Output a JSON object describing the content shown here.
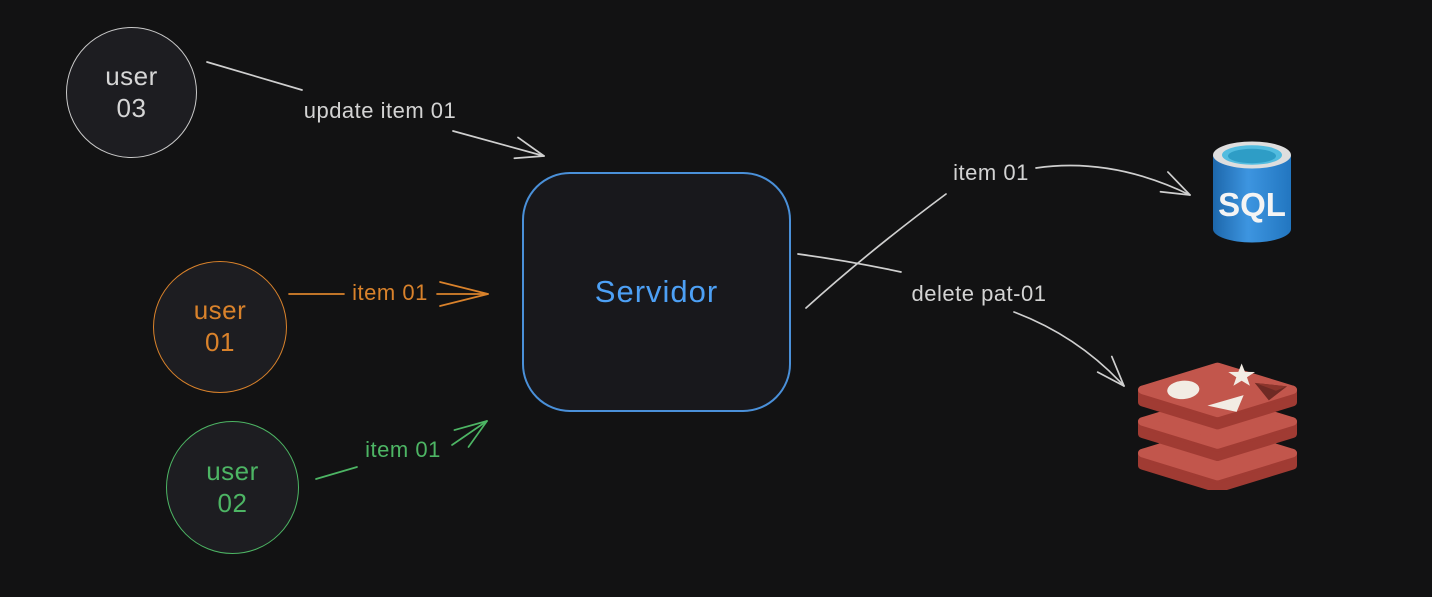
{
  "canvas": {
    "background": "#121213",
    "width": "1432",
    "height": "597"
  },
  "nodes": {
    "user03": {
      "line1": "user",
      "line2": "03",
      "color": "#d6d6d6",
      "stroke": "#c9c9c9"
    },
    "user01": {
      "line1": "user",
      "line2": "01",
      "color": "#d9822b",
      "stroke": "#d9822b"
    },
    "user02": {
      "line1": "user",
      "line2": "02",
      "color": "#4db564",
      "stroke": "#4db564"
    },
    "server": {
      "label": "Servidor",
      "text_color": "#4da0f5",
      "stroke": "#4a90d9"
    }
  },
  "edges": {
    "user03_to_server": {
      "label": "update item 01",
      "color": "#cfcfcf"
    },
    "user01_to_server": {
      "label": "item 01",
      "color": "#d9822b"
    },
    "user02_to_server": {
      "label": "item 01",
      "color": "#4db564"
    },
    "server_to_sql": {
      "label": "item 01",
      "color": "#cfcfcf"
    },
    "server_to_redis": {
      "label": "delete pat-01",
      "color": "#cfcfcf"
    }
  },
  "icons": {
    "sql": {
      "label": "SQL",
      "name": "azure-sql-database-icon",
      "body_color": "#2b7ec9",
      "top_color": "#3fb0d8"
    },
    "redis": {
      "name": "redis-stack-icon",
      "top_color": "#c2564c",
      "side_color": "#a03b33"
    }
  }
}
